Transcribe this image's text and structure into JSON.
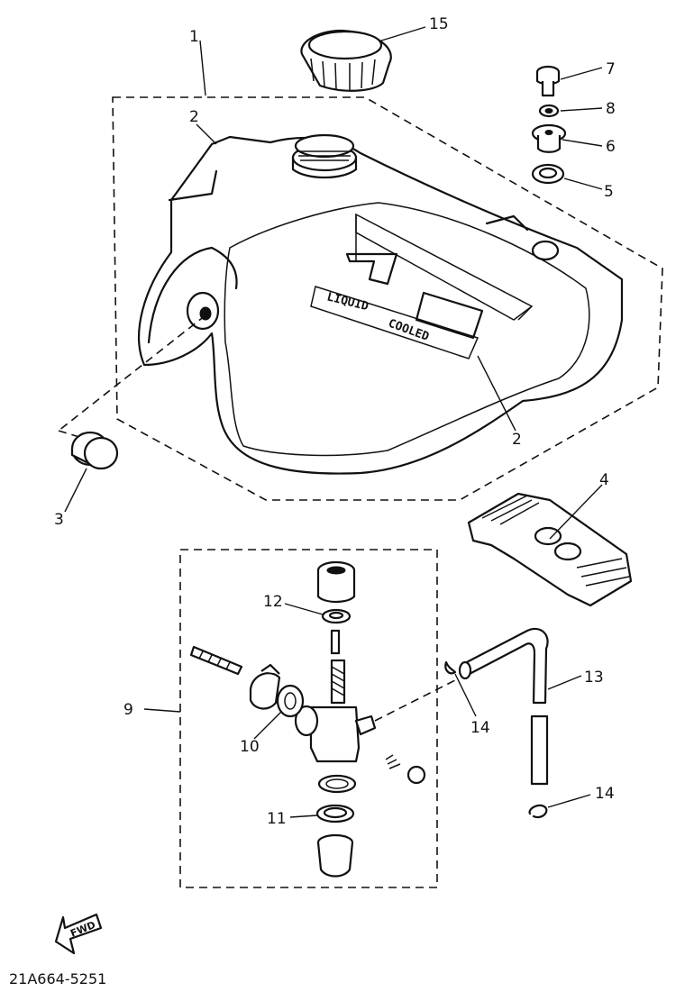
{
  "callouts": {
    "c1": "1",
    "c2a": "2",
    "c2b": "2",
    "c3": "3",
    "c4": "4",
    "c5": "5",
    "c6": "6",
    "c7": "7",
    "c8": "8",
    "c9": "9",
    "c10": "10",
    "c11": "11",
    "c12": "12",
    "c13": "13",
    "c14a": "14",
    "c14b": "14",
    "c15": "15"
  },
  "emblem": {
    "liquid": "LIQUID",
    "cooled": "COOLED"
  },
  "fwd_label": "FWD",
  "drawing_number": "21A664-5251"
}
